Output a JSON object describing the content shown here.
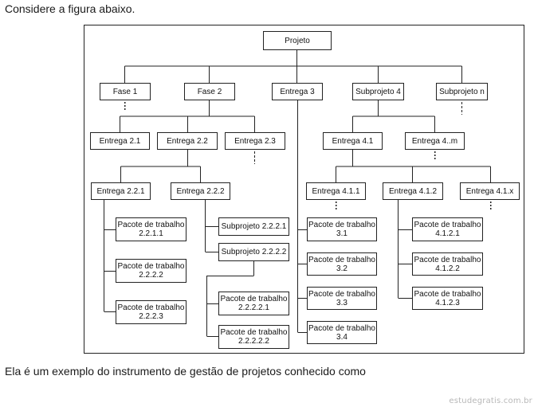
{
  "intro_text": "Considere a figura abaixo.",
  "question_text": "Ela é um exemplo do instrumento de gestão de projetos conhecido como",
  "watermark": "estudegratis.com.br",
  "diagram": {
    "type": "work-breakdown-structure",
    "nodes": {
      "projeto": {
        "label": "Projeto"
      },
      "fase1": {
        "label": "Fase 1"
      },
      "fase2": {
        "label": "Fase 2"
      },
      "entrega3": {
        "label": "Entrega 3"
      },
      "subprojeto4": {
        "label": "Subprojeto 4"
      },
      "subprojeton": {
        "label": "Subprojeto n"
      },
      "entrega21": {
        "label": "Entrega 2.1"
      },
      "entrega22": {
        "label": "Entrega 2.2"
      },
      "entrega23": {
        "label": "Entrega 2.3"
      },
      "entrega41": {
        "label": "Entrega 4.1"
      },
      "entrega4m": {
        "label": "Entrega 4..m"
      },
      "entrega221": {
        "label": "Entrega 2.2.1"
      },
      "entrega222": {
        "label": "Entrega 2.2.2"
      },
      "entrega411": {
        "label": "Entrega 4.1.1"
      },
      "entrega412": {
        "label": "Entrega 4.1.2"
      },
      "entrega41x": {
        "label": "Entrega 4.1.x"
      },
      "pacote2211": {
        "line1": "Pacote de trabalho",
        "line2": "2.2.1.1"
      },
      "pacote2222": {
        "line1": "Pacote de trabalho",
        "line2": "2.2.2.2"
      },
      "pacote2223": {
        "line1": "Pacote de trabalho",
        "line2": "2.2.2.3"
      },
      "subprojeto2221": {
        "label": "Subprojeto 2.2.2.1"
      },
      "subprojeto2222": {
        "label": "Subprojeto 2.2.2.2"
      },
      "pacote22221": {
        "line1": "Pacote de trabalho",
        "line2": "2.2.2.2.1"
      },
      "pacote22222": {
        "line1": "Pacote de trabalho",
        "line2": "2.2.2.2.2"
      },
      "pacote31": {
        "line1": "Pacote de trabalho",
        "line2": "3.1"
      },
      "pacote32": {
        "line1": "Pacote de trabalho",
        "line2": "3.2"
      },
      "pacote33": {
        "line1": "Pacote de trabalho",
        "line2": "3.3"
      },
      "pacote34": {
        "line1": "Pacote de trabalho",
        "line2": "3.4"
      },
      "pacote4121": {
        "line1": "Pacote de trabalho",
        "line2": "4.1.2.1"
      },
      "pacote4122": {
        "line1": "Pacote de trabalho",
        "line2": "4.1.2.2"
      },
      "pacote4123": {
        "line1": "Pacote de trabalho",
        "line2": "4.1.2.3"
      }
    },
    "edges": [
      [
        "projeto",
        "fase1"
      ],
      [
        "projeto",
        "fase2"
      ],
      [
        "projeto",
        "entrega3"
      ],
      [
        "projeto",
        "subprojeto4"
      ],
      [
        "projeto",
        "subprojeton"
      ],
      [
        "fase2",
        "entrega21"
      ],
      [
        "fase2",
        "entrega22"
      ],
      [
        "fase2",
        "entrega23"
      ],
      [
        "subprojeto4",
        "entrega41"
      ],
      [
        "subprojeto4",
        "entrega4m"
      ],
      [
        "entrega22",
        "entrega221"
      ],
      [
        "entrega22",
        "entrega222"
      ],
      [
        "entrega41",
        "entrega411"
      ],
      [
        "entrega41",
        "entrega412"
      ],
      [
        "entrega41",
        "entrega41x"
      ],
      [
        "entrega221",
        "pacote2211"
      ],
      [
        "entrega221",
        "pacote2222"
      ],
      [
        "entrega221",
        "pacote2223"
      ],
      [
        "entrega222",
        "subprojeto2221"
      ],
      [
        "entrega222",
        "subprojeto2222"
      ],
      [
        "subprojeto2222",
        "pacote22221"
      ],
      [
        "subprojeto2222",
        "pacote22222"
      ],
      [
        "entrega3",
        "pacote31"
      ],
      [
        "entrega3",
        "pacote32"
      ],
      [
        "entrega3",
        "pacote33"
      ],
      [
        "entrega3",
        "pacote34"
      ],
      [
        "entrega412",
        "pacote4121"
      ],
      [
        "entrega412",
        "pacote4122"
      ],
      [
        "entrega412",
        "pacote4123"
      ]
    ],
    "continuation_marks": [
      "fase1",
      "subprojeton",
      "entrega23",
      "entrega4m",
      "entrega411",
      "entrega41x"
    ]
  }
}
